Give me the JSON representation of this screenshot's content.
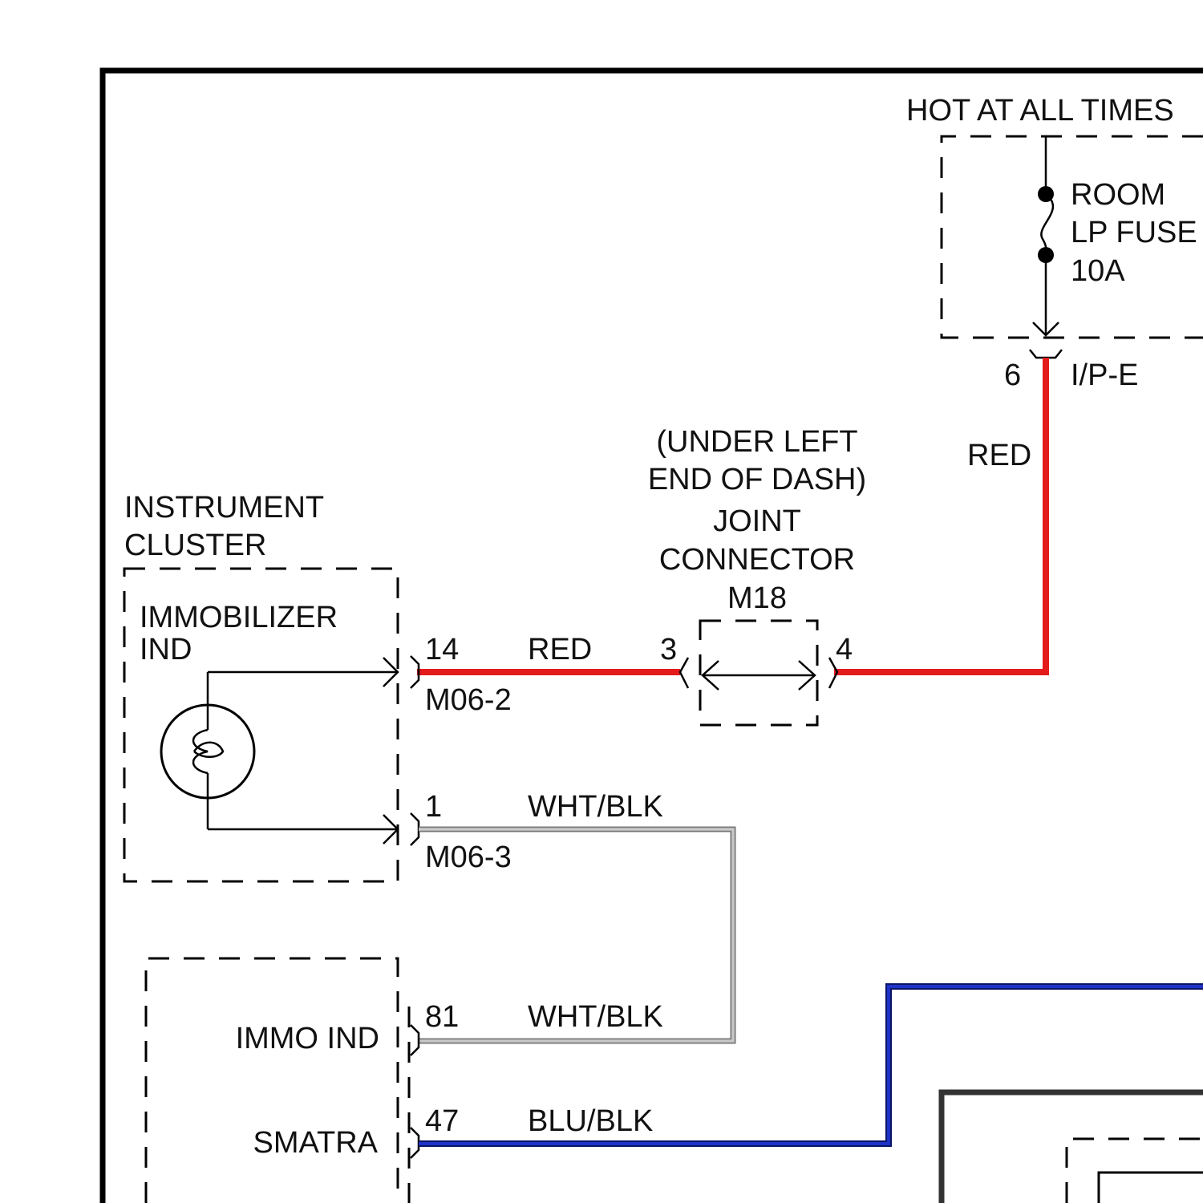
{
  "colors": {
    "wire_red": "#e41b1b",
    "wire_wht_blk": "#c8c8c8",
    "wire_wht_blk_edge": "#777777",
    "wire_blu_blk": "#1f33c8",
    "wire_blu_blk_edge": "#0b1466",
    "line": "#000000"
  },
  "power": {
    "title": "HOT AT ALL TIMES",
    "fuse_label": [
      "ROOM",
      "LP FUSE",
      "10A"
    ],
    "connector_pin": "6",
    "connector_name": "I/P-E",
    "wire_color_label": "RED"
  },
  "joint_connector": {
    "location": [
      "(UNDER LEFT",
      "END OF DASH)"
    ],
    "name": [
      "JOINT",
      "CONNECTOR",
      "M18"
    ],
    "pin_left": "3",
    "pin_right": "4"
  },
  "instrument_cluster": {
    "title": [
      "INSTRUMENT",
      "CLUSTER"
    ],
    "component": [
      "IMMOBILIZER",
      "IND"
    ],
    "icon": "bulb-icon",
    "pin_top": "14",
    "connector_top": "M06-2",
    "wire_top_label": "RED",
    "pin_bottom": "1",
    "connector_bottom": "M06-3",
    "wire_bottom_label": "WHT/BLK"
  },
  "smatra_module": {
    "pin_immo": "81",
    "label_immo": "IMMO IND",
    "wire_immo_label": "WHT/BLK",
    "pin_smatra": "47",
    "label_smatra": "SMATRA",
    "wire_smatra_label": "BLU/BLK"
  }
}
